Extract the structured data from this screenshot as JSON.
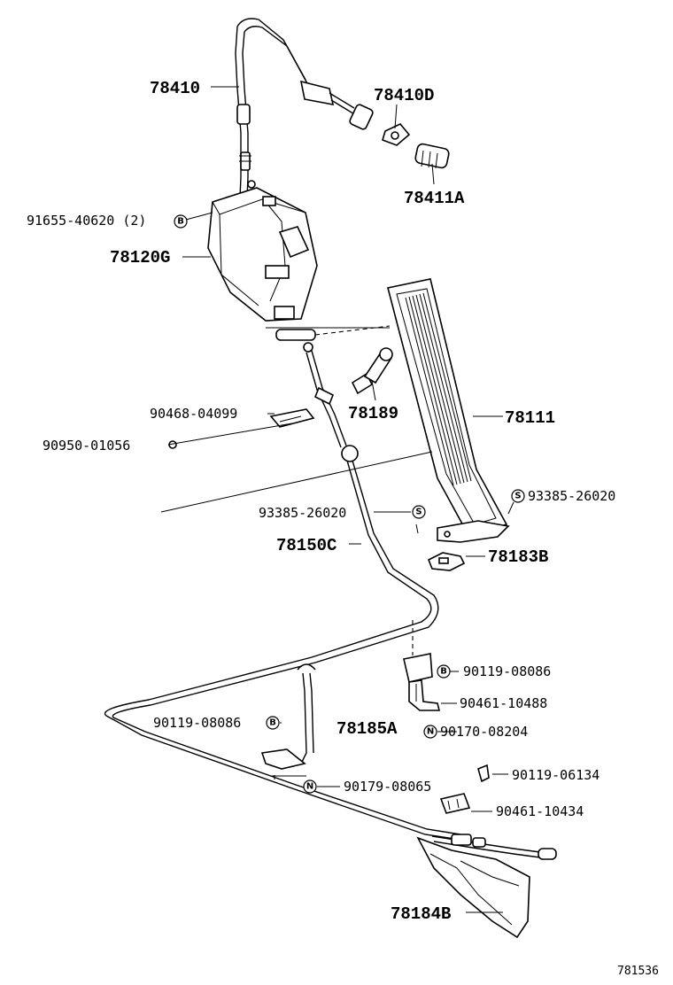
{
  "diagram_code": "781536",
  "symbols": {
    "bolt": "B",
    "screw": "S",
    "nut": "N"
  },
  "labels": {
    "cable_assy": "78410",
    "grommet": "78410D",
    "clamp": "78411A",
    "bolt_91655": "91655-40620 (2)",
    "bracket": "78120G",
    "clip_90468": "90468-04099",
    "stopper": "78189",
    "pedal": "78111",
    "plug_90950": "90950-01056",
    "screw_left": "93385-26020",
    "screw_right": "93385-26020",
    "pedal_arm": "78150C",
    "bracket_78183": "78183B",
    "bolt_upper": "90119-08086",
    "bracket_90461_10488": "90461-10488",
    "nut_90170": "90170-08204",
    "bolt_lower": "90119-08086",
    "support": "78185A",
    "nut_90179": "90179-08065",
    "bolt_06134": "90119-06134",
    "clamp_90461_10434": "90461-10434",
    "cover": "78184B"
  }
}
